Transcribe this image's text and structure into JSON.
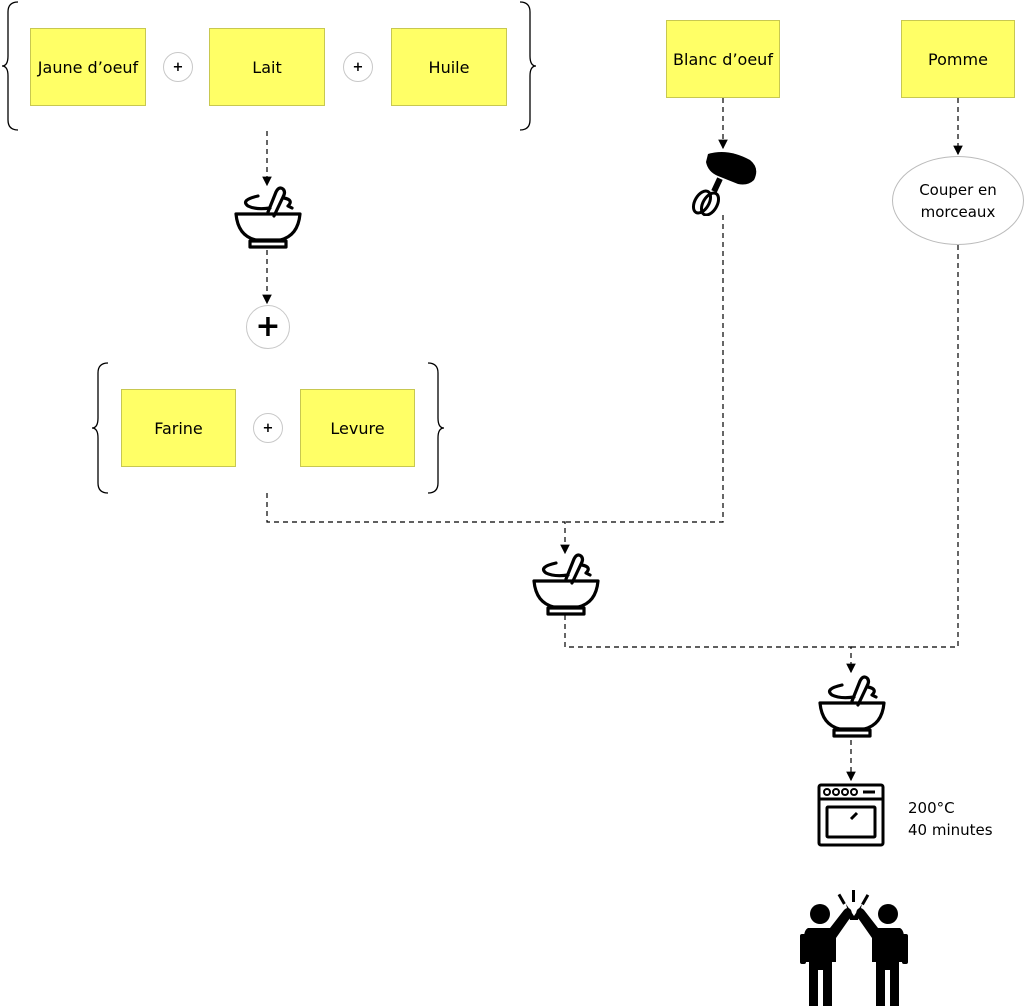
{
  "ingredients": {
    "jaune": "Jaune d’oeuf",
    "lait": "Lait",
    "huile": "Huile",
    "blanc": "Blanc d’oeuf",
    "pomme": "Pomme",
    "farine": "Farine",
    "levure": "Levure"
  },
  "operators": {
    "plus": "+"
  },
  "steps": {
    "couper_line1": "Couper en",
    "couper_line2": "morceaux"
  },
  "oven": {
    "temperature": "200°C",
    "duration": "40 minutes"
  },
  "icons": [
    "mixing-bowl-icon",
    "hand-mixer-icon",
    "oven-icon",
    "high-five-icon"
  ],
  "colors": {
    "sticky": "#ffff66",
    "line": "#000000"
  }
}
